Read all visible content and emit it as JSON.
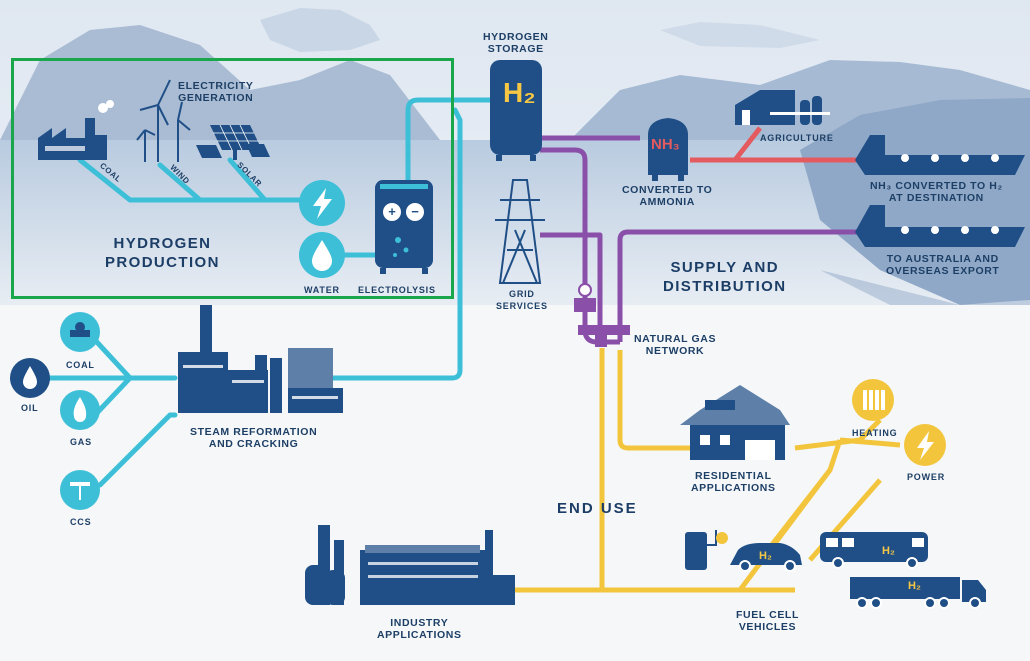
{
  "labels": {
    "electricity_generation": "ELECTRICITY\nGENERATION",
    "coal_feed": "COAL",
    "wind": "WIND",
    "solar": "SOLAR",
    "hydrogen_production": "HYDROGEN\nPRODUCTION",
    "water": "WATER",
    "electrolysis": "ELECTROLYSIS",
    "hydrogen_storage": "HYDROGEN\nSTORAGE",
    "h2_tank": "H₂",
    "grid_services": "GRID\nSERVICES",
    "nh3": "NH₃",
    "converted_to_ammonia": "CONVERTED TO\nAMMONIA",
    "agriculture": "AGRICULTURE",
    "nh3_converted": "NH₃ CONVERTED TO H₂\nAT DESTINATION",
    "export": "TO AUSTRALIA AND\nOVERSEAS EXPORT",
    "supply_distribution": "SUPPLY AND\nDISTRIBUTION",
    "natural_gas_network": "NATURAL GAS\nNETWORK",
    "coal_source": "COAL",
    "oil": "OIL",
    "gas": "GAS",
    "ccs": "CCS",
    "steam_reformation": "STEAM REFORMATION\nAND CRACKING",
    "residential": "RESIDENTIAL\nAPPLICATIONS",
    "heating": "HEATING",
    "power": "POWER",
    "end_use": "END USE",
    "industry": "INDUSTRY\nAPPLICATIONS",
    "fuel_cell_vehicles": "FUEL CELL\nVEHICLES",
    "h2_car": "H₂",
    "h2_bus": "H₂",
    "h2_truck": "H₂"
  },
  "colors": {
    "cyan_pipe": "#3dbfd8",
    "purple_pipe": "#8a4fa8",
    "yellow_pipe": "#f3c53d",
    "red_pipe": "#e35a5f",
    "navy": "#1f4f86",
    "highlight": "#1aa64a",
    "h2_text": "#f7c744",
    "nh3_text": "#e35a5f"
  }
}
